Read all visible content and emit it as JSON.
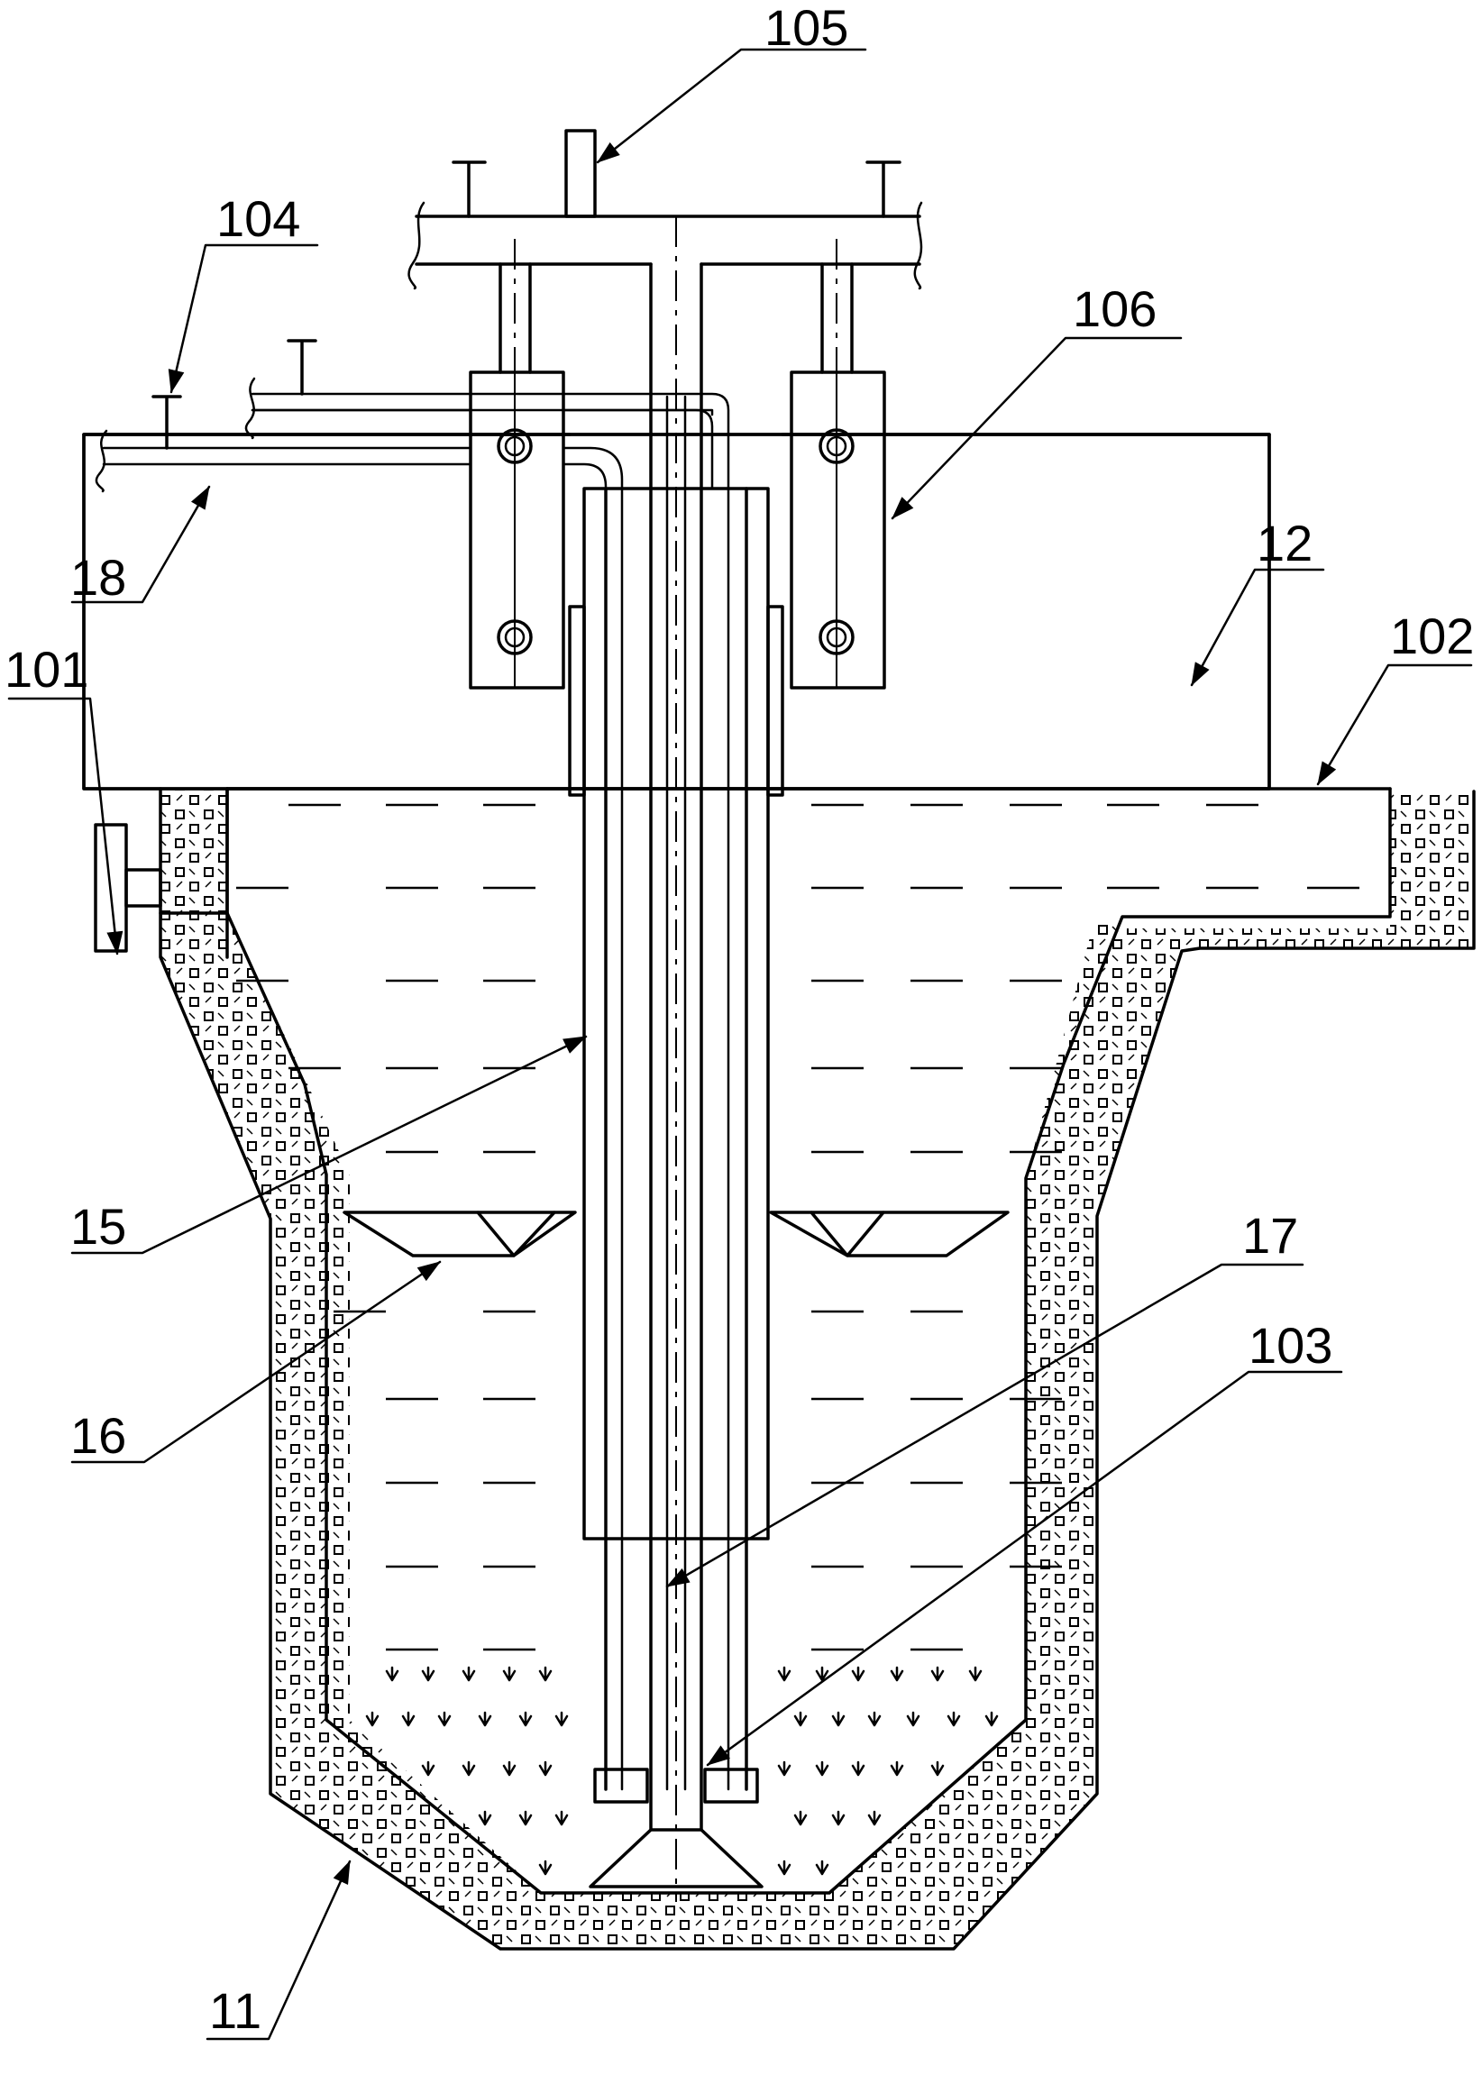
{
  "figure": {
    "labels": {
      "l105": "105",
      "l104": "104",
      "l106": "106",
      "l18": "18",
      "l12": "12",
      "l102": "102",
      "l101": "101",
      "l15": "15",
      "l16": "16",
      "l17": "17",
      "l103": "103",
      "l11": "11"
    }
  }
}
